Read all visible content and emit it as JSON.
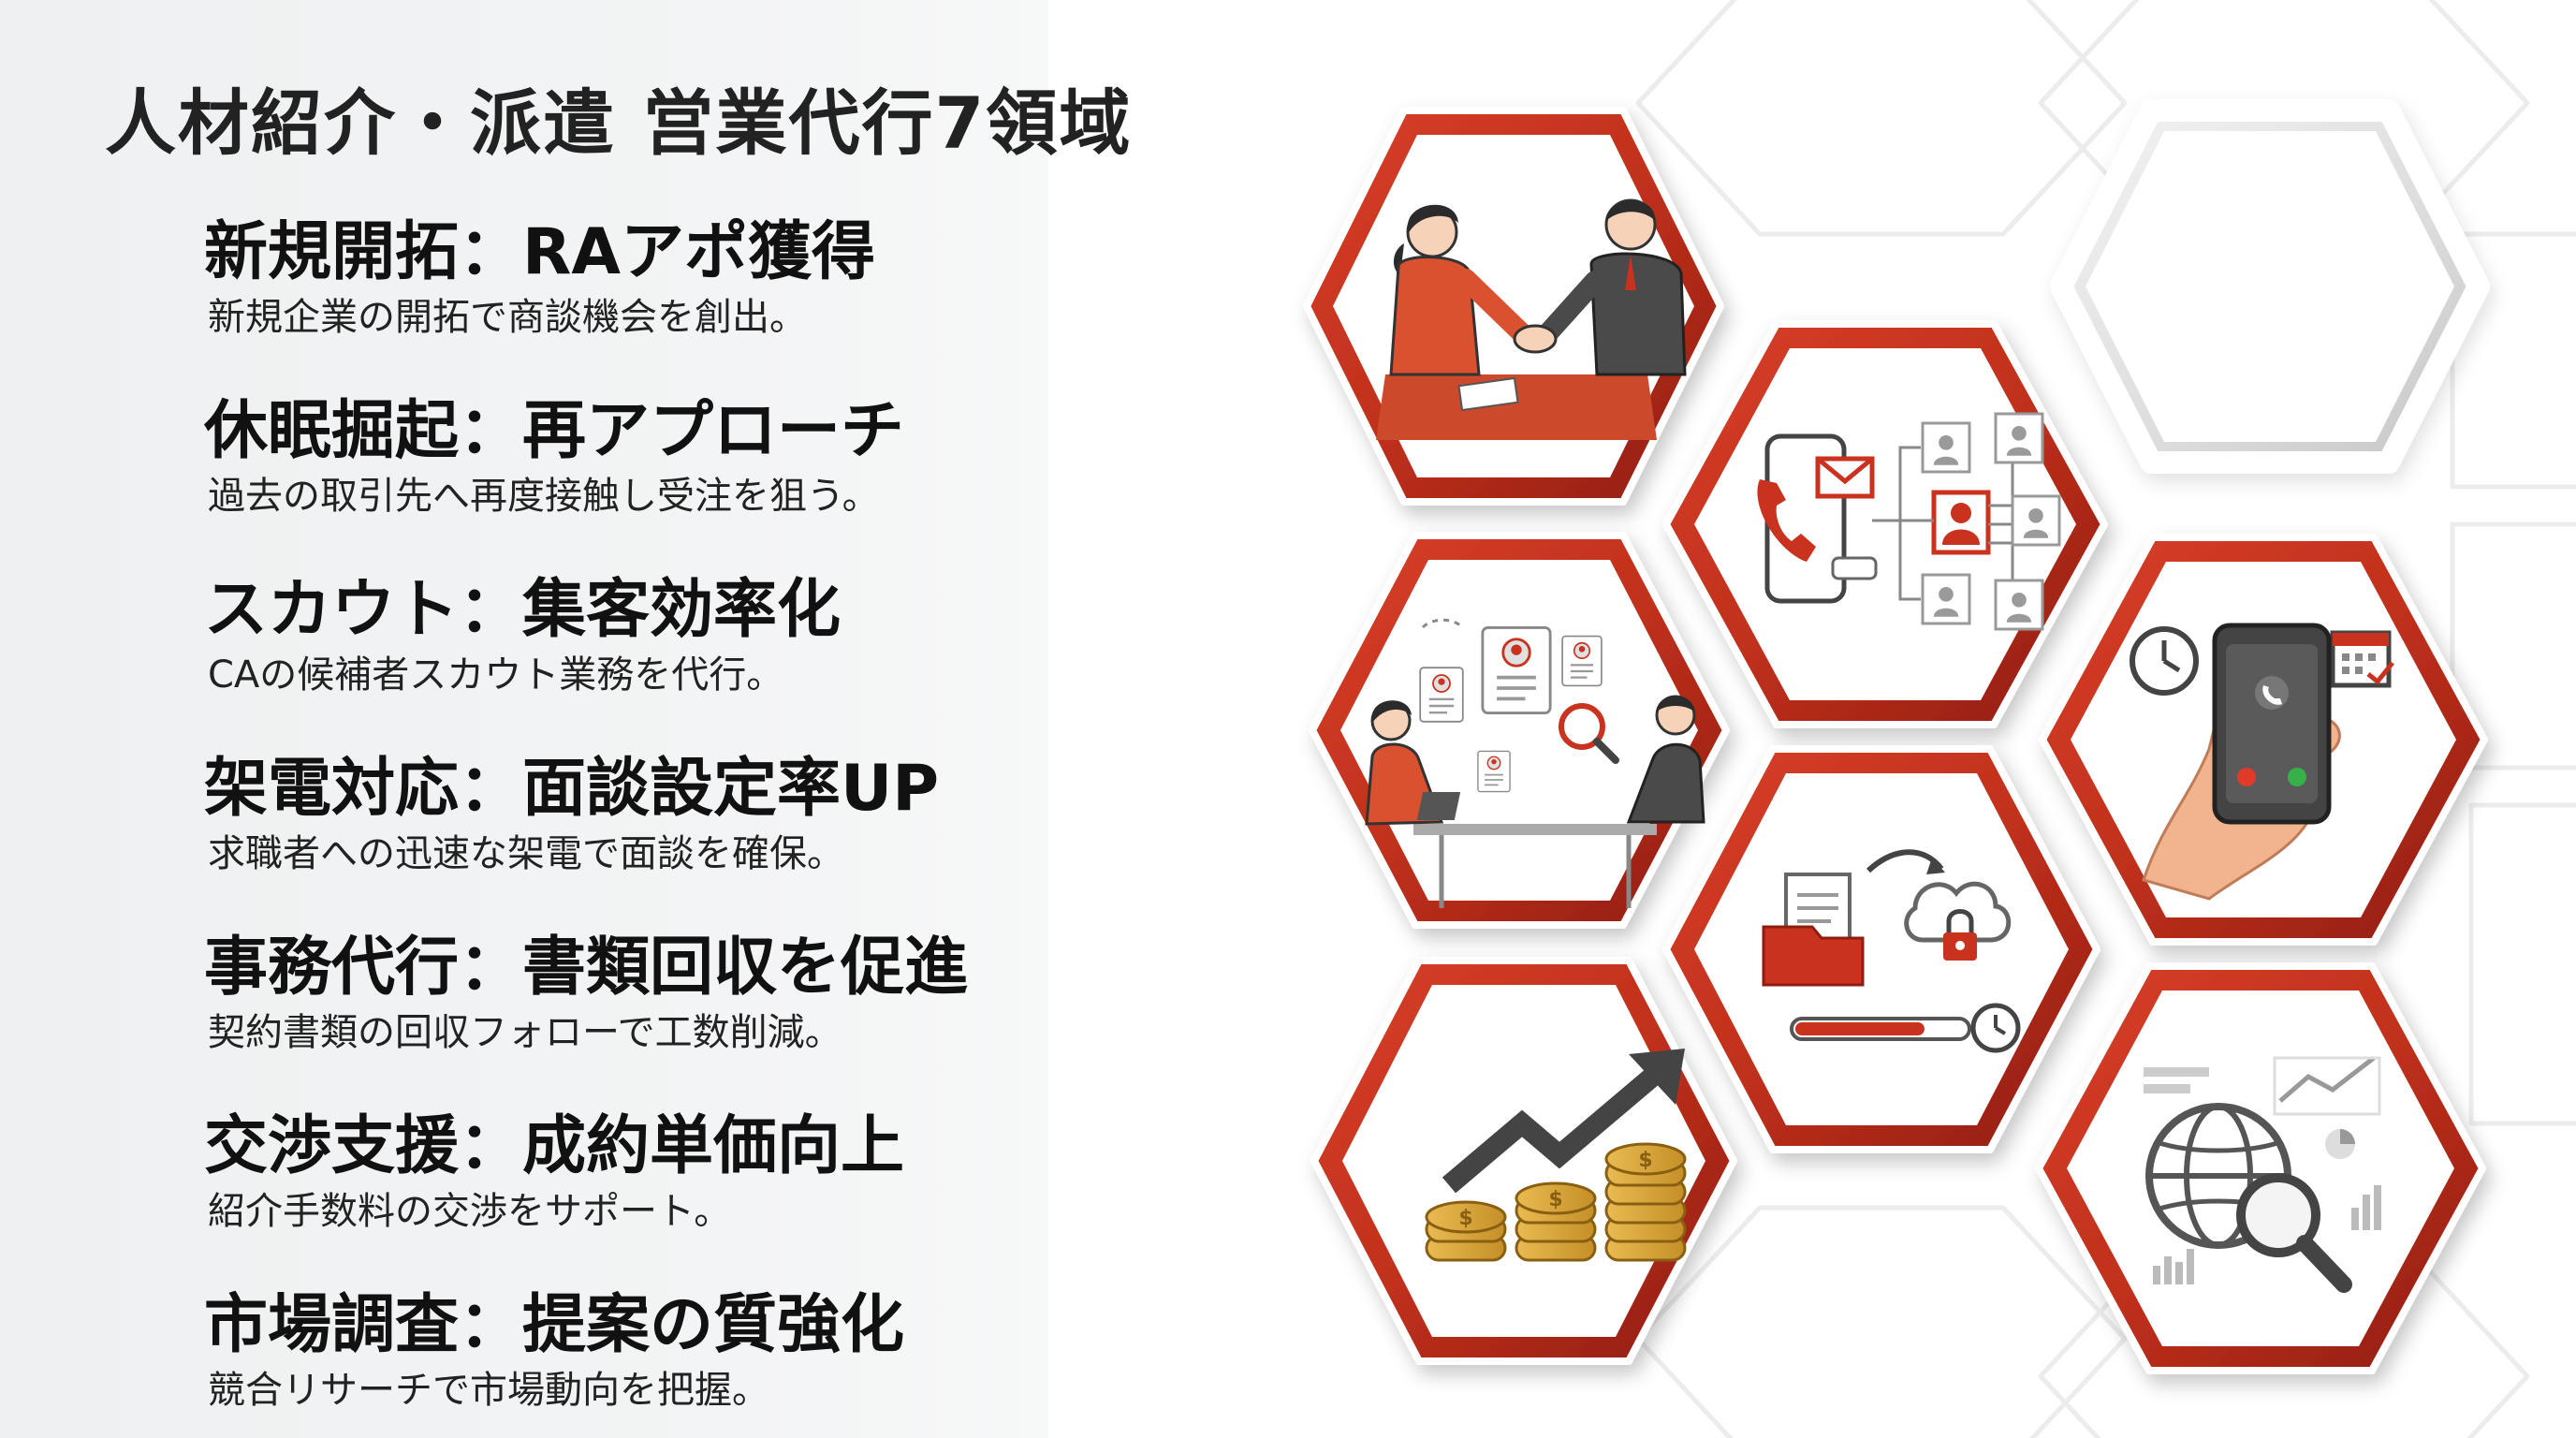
{
  "title": "人材紹介・派遣 営業代行7領域",
  "items": [
    {
      "heading": "新規開拓：RAアポ獲得",
      "desc": "新規企業の開拓で商談機会を創出。"
    },
    {
      "heading": "休眠掘起：再アプローチ",
      "desc": "過去の取引先へ再度接触し受注を狙う。"
    },
    {
      "heading": "スカウト：集客効率化",
      "desc": "CAの候補者スカウト業務を代行。"
    },
    {
      "heading": "架電対応：面談設定率UP",
      "desc": "求職者への迅速な架電で面談を確保。"
    },
    {
      "heading": "事務代行：書類回収を促進",
      "desc": "契約書類の回収フォローで工数削減。"
    },
    {
      "heading": "交渉支援：成約単価向上",
      "desc": "紹介手数料の交渉をサポート。"
    },
    {
      "heading": "市場調査：提案の質強化",
      "desc": "競合リサーチで市場動向を把握。"
    }
  ],
  "illustrations": [
    {
      "icon": "handshake-icon"
    },
    {
      "icon": "contact-network-icon"
    },
    {
      "icon": "candidate-scout-icon"
    },
    {
      "icon": "phone-call-icon"
    },
    {
      "icon": "cloud-document-icon"
    },
    {
      "icon": "revenue-growth-icon"
    },
    {
      "icon": "market-research-icon"
    }
  ],
  "colors": {
    "accent": "#c8321e",
    "accent_dark": "#a82414",
    "gold": "#d9a637",
    "ink": "#3a3a3a",
    "background_left": "#f0f1f2"
  }
}
